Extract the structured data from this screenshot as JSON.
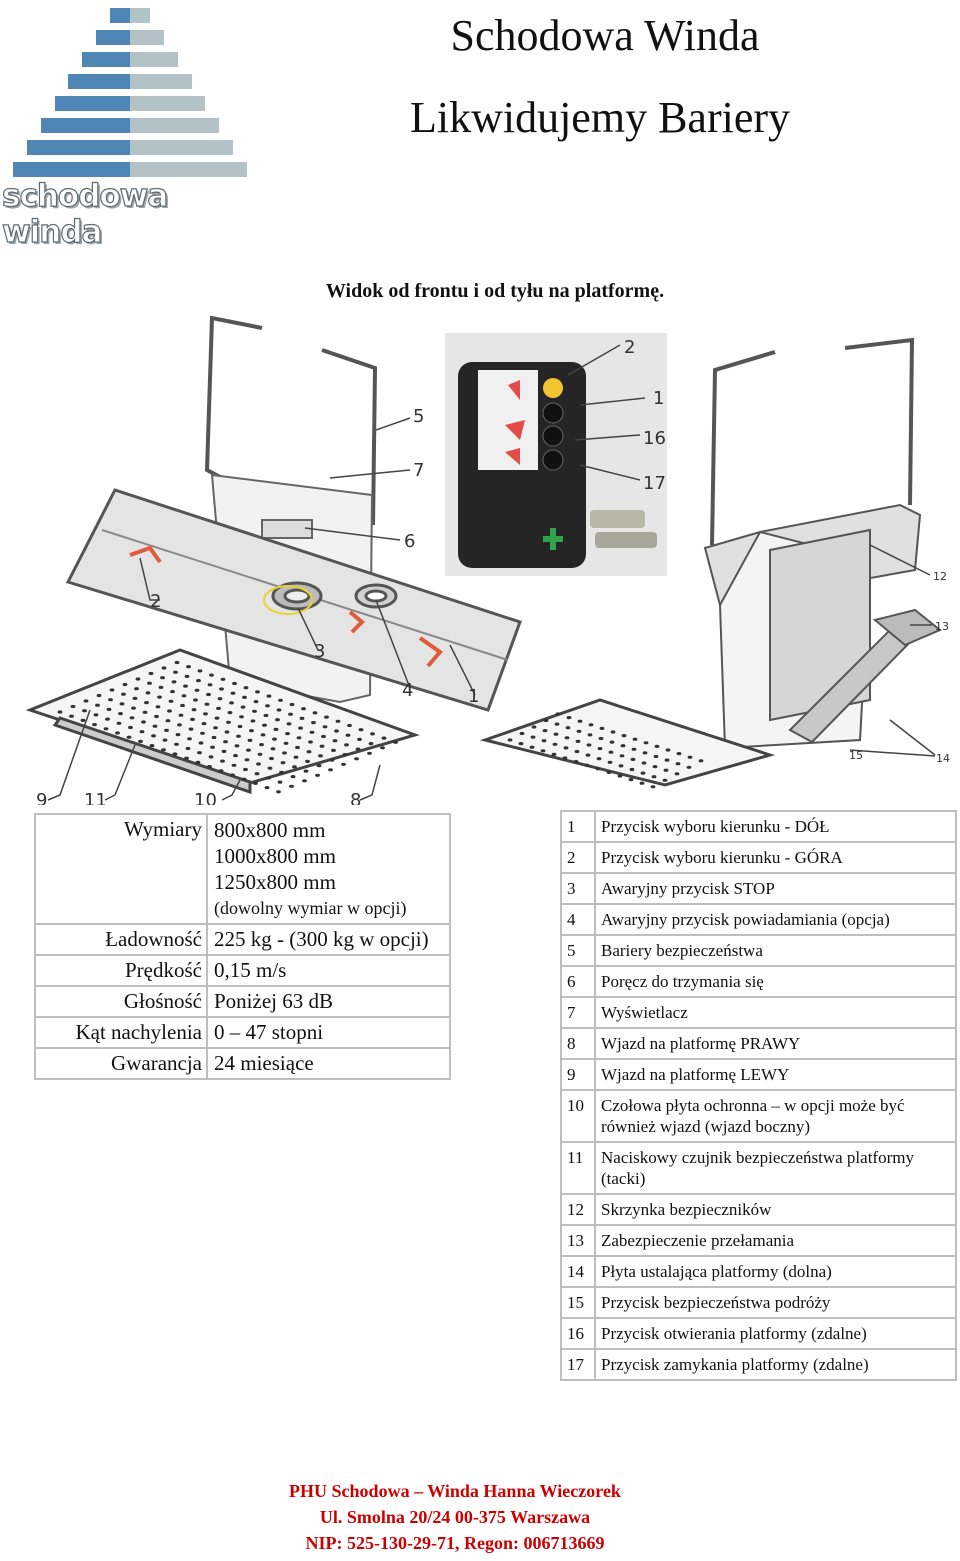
{
  "logo": {
    "text": "schodowa winda"
  },
  "header": {
    "title": "Schodowa Winda",
    "tagline": "Likwidujemy Bariery"
  },
  "drawing": {
    "caption": "Widok od frontu i od tyłu na platformę.",
    "callouts": [
      "2",
      "1",
      "16",
      "17",
      "5",
      "7",
      "6",
      "2",
      "3",
      "4",
      "1",
      "9",
      "11",
      "10",
      "8",
      "12",
      "13",
      "15",
      "14"
    ]
  },
  "specs": {
    "rows": [
      {
        "label": "Wymiary",
        "values": [
          "800x800 mm",
          "1000x800 mm",
          "1250x800 mm",
          "(dowolny wymiar w opcji)"
        ]
      },
      {
        "label": "Ładowność",
        "values": [
          "225 kg - (300 kg w opcji)"
        ]
      },
      {
        "label": "Prędkość",
        "values": [
          "0,15 m/s"
        ]
      },
      {
        "label": "Głośność",
        "values": [
          "Poniżej 63 dB"
        ]
      },
      {
        "label": "Kąt nachylenia",
        "values": [
          "0 – 47 stopni"
        ]
      },
      {
        "label": "Gwarancja",
        "values": [
          "24 miesiące"
        ]
      }
    ]
  },
  "legend": {
    "rows": [
      {
        "num": "1",
        "text": "Przycisk wyboru kierunku - DÓŁ"
      },
      {
        "num": "2",
        "text": "Przycisk wyboru kierunku - GÓRA"
      },
      {
        "num": "3",
        "text": "Awaryjny przycisk STOP"
      },
      {
        "num": "4",
        "text": "Awaryjny przycisk powiadamiania (opcja)"
      },
      {
        "num": "5",
        "text": "Bariery bezpieczeństwa"
      },
      {
        "num": "6",
        "text": "Poręcz do trzymania się"
      },
      {
        "num": "7",
        "text": "Wyświetlacz"
      },
      {
        "num": "8",
        "text": "Wjazd na platformę PRAWY"
      },
      {
        "num": "9",
        "text": "Wjazd na platformę LEWY"
      },
      {
        "num": "10",
        "text": "Czołowa płyta ochronna – w opcji może być również wjazd (wjazd boczny)"
      },
      {
        "num": "11",
        "text": "Naciskowy czujnik bezpieczeństwa platformy (tacki)"
      },
      {
        "num": "12",
        "text": "Skrzynka bezpieczników"
      },
      {
        "num": "13",
        "text": "Zabezpieczenie przełamania"
      },
      {
        "num": "14",
        "text": "Płyta ustalająca platformy (dolna)"
      },
      {
        "num": "15",
        "text": "Przycisk bezpieczeństwa podróży"
      },
      {
        "num": "16",
        "text": "Przycisk otwierania platformy (zdalne)"
      },
      {
        "num": "17",
        "text": "Przycisk zamykania platformy (zdalne)"
      }
    ]
  },
  "footer": {
    "line1": "PHU Schodowa – Winda Hanna Wieczorek",
    "line2": "Ul. Smolna 20/24 00-375 Warszawa",
    "line3": "NIP: 525-130-29-71, Regon: 006713669"
  },
  "colors": {
    "logo_blue": "#4f86b5",
    "logo_gray": "#b3c2c6",
    "footer_red": "#cc0000",
    "table_border": "#bfbfbf"
  }
}
